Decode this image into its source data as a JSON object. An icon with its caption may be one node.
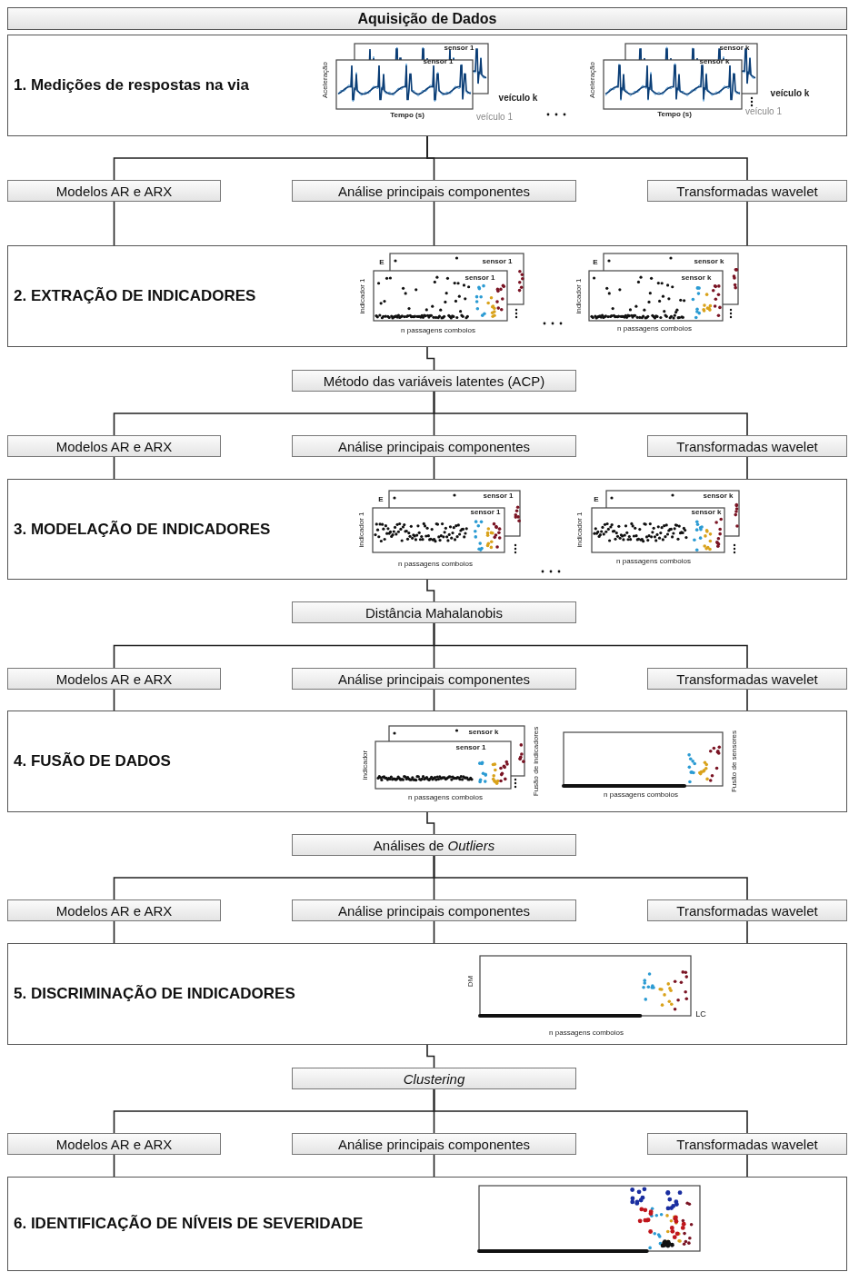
{
  "diagram": {
    "nodes": [
      {
        "text": [
          "Aquisição de Dados"
        ]
      },
      {
        "text": [
          "1. Medições de respostas na via"
        ]
      },
      {
        "text": [
          "Modelos AR e ARX"
        ]
      },
      {
        "text": [
          "Análise principais componentes"
        ]
      },
      {
        "text": [
          "Transformadas wavelet"
        ]
      },
      {
        "text": [
          "2. EXTRAÇÃO DE INDICADORES"
        ]
      },
      {
        "text": [
          "Método das variáveis latentes (ACP)"
        ]
      },
      {
        "text": [
          "Modelos AR e ARX"
        ]
      },
      {
        "text": [
          "Análise principais componentes"
        ]
      },
      {
        "text": [
          "Transformadas wavelet"
        ]
      },
      {
        "text": [
          "3. MODELAÇÃO DE INDICADORES"
        ]
      },
      {
        "text": [
          "Distância Mahalanobis"
        ]
      },
      {
        "text": [
          "Modelos AR e ARX"
        ]
      },
      {
        "text": [
          "Análise principais componentes"
        ]
      },
      {
        "text": [
          "Transformadas wavelet"
        ]
      },
      {
        "text": [
          "4. FUSÃO DE DADOS"
        ]
      },
      {
        "text": [
          "Análises de *Outliers*"
        ]
      },
      {
        "text": [
          "Modelos AR e ARX"
        ]
      },
      {
        "text": [
          "Análise principais componentes"
        ]
      },
      {
        "text": [
          "Transformadas wavelet"
        ]
      },
      {
        "text": [
          "5. DISCRIMINAÇÃO DE INDICADORES"
        ]
      },
      {
        "text": [
          "Clustering"
        ]
      },
      {
        "text": [
          "Modelos AR e ARX"
        ]
      },
      {
        "text": [
          "Análise principais componentes"
        ]
      },
      {
        "text": [
          "Transformadas wavelet"
        ]
      },
      {
        "text": [
          "6. IDENTIFICAÇÃO DE NÍVEIS DE SEVERIDADE"
        ]
      }
    ],
    "edges": [
      {
        "from": 1,
        "to": 2,
        "arrow": "none"
      },
      {
        "from": 1,
        "to": 3,
        "arrow": "none"
      },
      {
        "from": 1,
        "to": 4,
        "arrow": "none"
      },
      {
        "from": 2,
        "to": 5,
        "arrow": "none"
      },
      {
        "from": 3,
        "to": 5,
        "arrow": "none"
      },
      {
        "from": 4,
        "to": 5,
        "arrow": "none"
      },
      {
        "from": 5,
        "to": 6,
        "arrow": "none"
      },
      {
        "from": 6,
        "to": 7,
        "arrow": "none"
      },
      {
        "from": 6,
        "to": 8,
        "arrow": "none"
      },
      {
        "from": 6,
        "to": 9,
        "arrow": "none"
      },
      {
        "from": 7,
        "to": 10,
        "arrow": "none"
      },
      {
        "from": 8,
        "to": 10,
        "arrow": "none"
      },
      {
        "from": 9,
        "to": 10,
        "arrow": "none"
      },
      {
        "from": 10,
        "to": 11,
        "arrow": "none"
      },
      {
        "from": 11,
        "to": 12,
        "arrow": "none"
      },
      {
        "from": 11,
        "to": 13,
        "arrow": "none"
      },
      {
        "from": 11,
        "to": 14,
        "arrow": "none"
      },
      {
        "from": 12,
        "to": 15,
        "arrow": "none"
      },
      {
        "from": 13,
        "to": 15,
        "arrow": "none"
      },
      {
        "from": 14,
        "to": 15,
        "arrow": "none"
      },
      {
        "from": 15,
        "to": 16,
        "arrow": "none"
      },
      {
        "from": 16,
        "to": 17,
        "arrow": "none"
      },
      {
        "from": 16,
        "to": 18,
        "arrow": "none"
      },
      {
        "from": 16,
        "to": 19,
        "arrow": "none"
      },
      {
        "from": 17,
        "to": 20,
        "arrow": "none"
      },
      {
        "from": 18,
        "to": 20,
        "arrow": "none"
      },
      {
        "from": 19,
        "to": 20,
        "arrow": "none"
      },
      {
        "from": 20,
        "to": 21,
        "arrow": "none"
      },
      {
        "from": 21,
        "to": 22,
        "arrow": "none"
      },
      {
        "from": 21,
        "to": 23,
        "arrow": "none"
      },
      {
        "from": 21,
        "to": 24,
        "arrow": "none"
      },
      {
        "from": 22,
        "to": 25,
        "arrow": "none"
      },
      {
        "from": 23,
        "to": 25,
        "arrow": "none"
      },
      {
        "from": 24,
        "to": 25,
        "arrow": "none"
      }
    ],
    "labels": [
      "sensor 1",
      "sensor 1",
      "Aceleração",
      "veículo k",
      "Tempo (s)",
      "veículo 1",
      "sensor k",
      "sensor k",
      "Aceleração",
      "veículo k",
      "Tempo (s)",
      "veículo 1",
      "E",
      "sensor 1",
      "sensor 1",
      "indicador 1",
      "n passagens comboios",
      "E",
      "sensor k",
      "sensor k",
      "indicador 1",
      "n passagens comboios",
      "E",
      "sensor 1",
      "sensor 1",
      "indicador 1",
      "n passagens comboios",
      "E",
      "sensor k",
      "sensor k",
      "indicador 1",
      "n passagens comboios",
      "sensor k",
      "sensor 1",
      "indicador",
      "Fusão de indicadores",
      "n passagens comboios",
      "Fusão de sensores",
      "n passagens comboios",
      "DM",
      "LC",
      "n passagens comboios"
    ]
  }
}
